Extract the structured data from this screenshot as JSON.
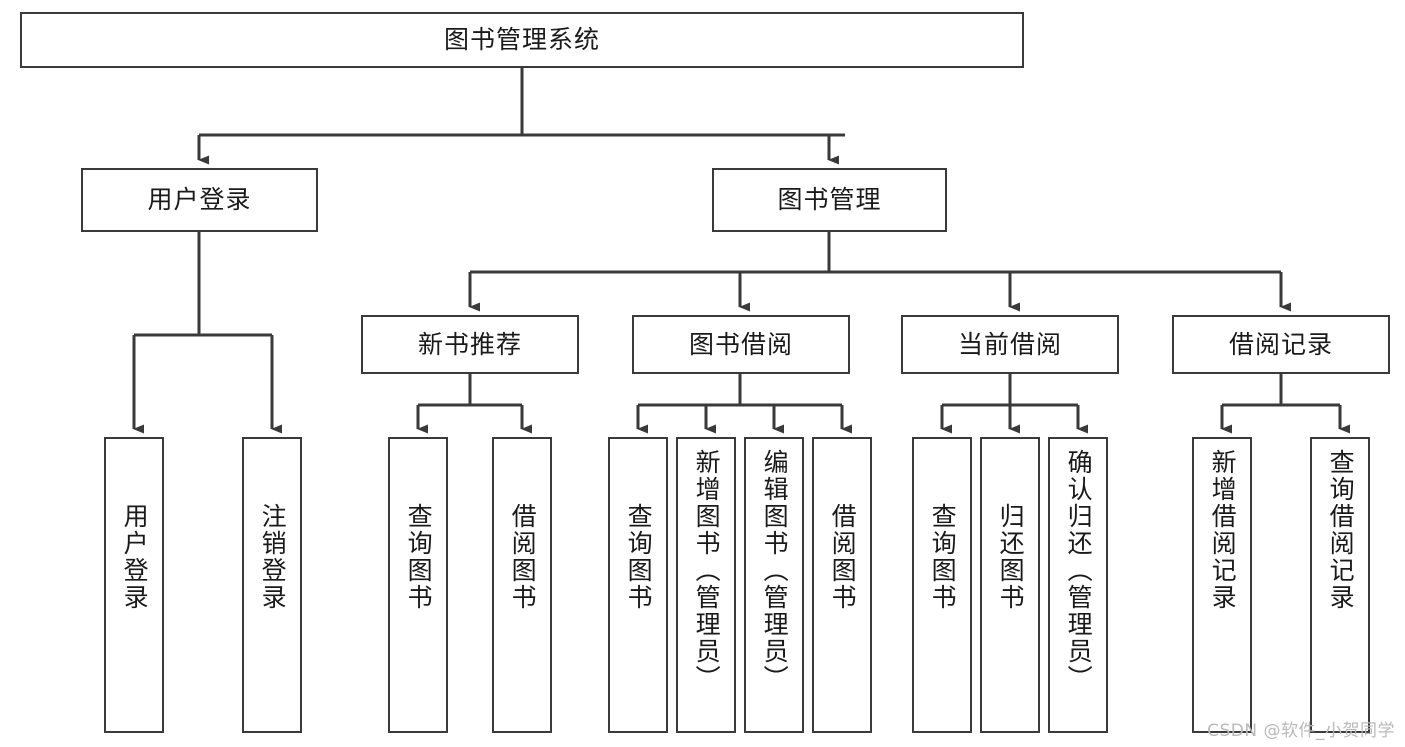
{
  "diagram": {
    "title": "图书管理系统",
    "type": "tree-hierarchy-diagram",
    "colors": {
      "box_border": "#3a3a3a",
      "box_fill": "#ffffff",
      "connector": "#3a3a3a",
      "text": "#1a1a1a",
      "watermark": "#b9b9b9",
      "background": "#ffffff"
    },
    "levels": {
      "level1": [
        {
          "id": "root",
          "label": "图书管理系统",
          "orientation": "horizontal"
        }
      ],
      "level2": [
        {
          "id": "user-login",
          "label": "用户登录",
          "orientation": "horizontal"
        },
        {
          "id": "book-manage",
          "label": "图书管理",
          "orientation": "horizontal"
        }
      ],
      "level3": [
        {
          "id": "new-book-rec",
          "label": "新书推荐",
          "orientation": "horizontal",
          "parent": "book-manage"
        },
        {
          "id": "book-borrow",
          "label": "图书借阅",
          "orientation": "horizontal",
          "parent": "book-manage"
        },
        {
          "id": "current-borrow",
          "label": "当前借阅",
          "orientation": "horizontal",
          "parent": "book-manage"
        },
        {
          "id": "borrow-record",
          "label": "借阅记录",
          "orientation": "horizontal",
          "parent": "book-manage"
        }
      ],
      "level4": [
        {
          "id": "leaf-user-login",
          "label": "用户登录",
          "orientation": "vertical",
          "parent": "user-login"
        },
        {
          "id": "leaf-logout-login",
          "label": "注销登录",
          "orientation": "vertical",
          "parent": "user-login"
        },
        {
          "id": "leaf-query-book-1",
          "label": "查询图书",
          "orientation": "vertical",
          "parent": "new-book-rec"
        },
        {
          "id": "leaf-borrow-book-1",
          "label": "借阅图书",
          "orientation": "vertical",
          "parent": "new-book-rec"
        },
        {
          "id": "leaf-query-book-2",
          "label": "查询图书",
          "orientation": "vertical",
          "parent": "book-borrow"
        },
        {
          "id": "leaf-add-book",
          "label": "新增图书（管理员）",
          "orientation": "vertical",
          "parent": "book-borrow"
        },
        {
          "id": "leaf-edit-book",
          "label": "编辑图书（管理员）",
          "orientation": "vertical",
          "parent": "book-borrow"
        },
        {
          "id": "leaf-borrow-book-2",
          "label": "借阅图书",
          "orientation": "vertical",
          "parent": "book-borrow"
        },
        {
          "id": "leaf-query-book-3",
          "label": "查询图书",
          "orientation": "vertical",
          "parent": "current-borrow"
        },
        {
          "id": "leaf-return-book",
          "label": "归还图书",
          "orientation": "vertical",
          "parent": "current-borrow"
        },
        {
          "id": "leaf-confirm-return",
          "label": "确认归还（管理员）",
          "orientation": "vertical",
          "parent": "current-borrow"
        },
        {
          "id": "leaf-add-record",
          "label": "新增借阅记录",
          "orientation": "vertical",
          "parent": "borrow-record"
        },
        {
          "id": "leaf-query-record",
          "label": "查询借阅记录",
          "orientation": "vertical",
          "parent": "borrow-record"
        }
      ]
    },
    "watermark": "CSDN @软件_小贺同学"
  }
}
